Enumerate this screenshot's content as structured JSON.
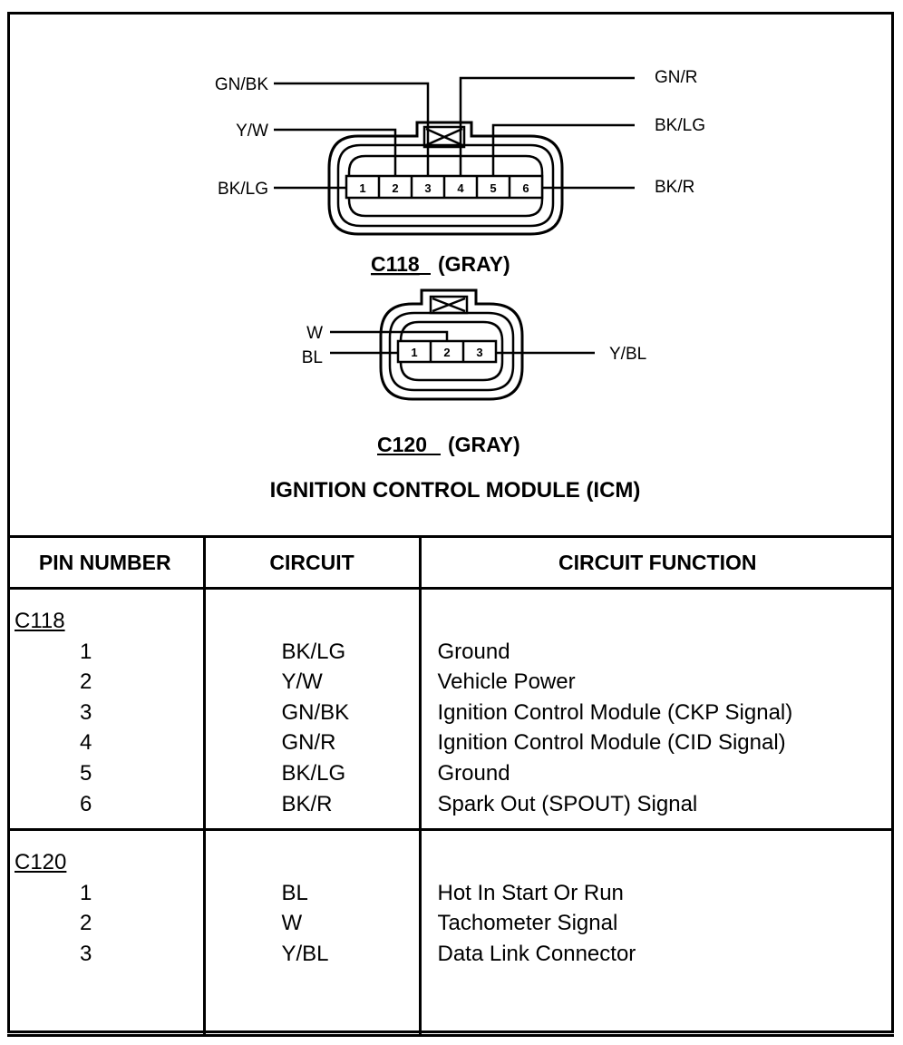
{
  "title": "IGNITION CONTROL MODULE (ICM)",
  "connectors": [
    {
      "id": "C118",
      "color_label": "(GRAY)",
      "pins": [
        "1",
        "2",
        "3",
        "4",
        "5",
        "6"
      ],
      "wire_labels": {
        "left": [
          "GN/BK",
          "Y/W",
          "BK/LG"
        ],
        "right": [
          "GN/R",
          "BK/LG",
          "BK/R"
        ]
      }
    },
    {
      "id": "C120",
      "color_label": "(GRAY)",
      "pins": [
        "1",
        "2",
        "3"
      ],
      "wire_labels": {
        "left": [
          "W",
          "BL"
        ],
        "right": [
          "Y/BL"
        ]
      }
    }
  ],
  "table": {
    "headers": [
      "PIN NUMBER",
      "CIRCUIT",
      "CIRCUIT FUNCTION"
    ],
    "sections": [
      {
        "connector": "C118",
        "rows": [
          {
            "pin": "1",
            "circuit": "BK/LG",
            "function": "Ground"
          },
          {
            "pin": "2",
            "circuit": "Y/W",
            "function": "Vehicle Power"
          },
          {
            "pin": "3",
            "circuit": "GN/BK",
            "function": "Ignition Control Module (CKP Signal)"
          },
          {
            "pin": "4",
            "circuit": "GN/R",
            "function": "Ignition Control Module (CID Signal)"
          },
          {
            "pin": "5",
            "circuit": "BK/LG",
            "function": "Ground"
          },
          {
            "pin": "6",
            "circuit": "BK/R",
            "function": "Spark Out (SPOUT) Signal"
          }
        ]
      },
      {
        "connector": "C120",
        "rows": [
          {
            "pin": "1",
            "circuit": "BL",
            "function": "Hot In Start Or Run"
          },
          {
            "pin": "2",
            "circuit": "W",
            "function": "Tachometer Signal"
          },
          {
            "pin": "3",
            "circuit": "Y/BL",
            "function": "Data Link Connector"
          }
        ]
      }
    ]
  },
  "colors": {
    "ink": "#000000",
    "paper": "#ffffff"
  }
}
